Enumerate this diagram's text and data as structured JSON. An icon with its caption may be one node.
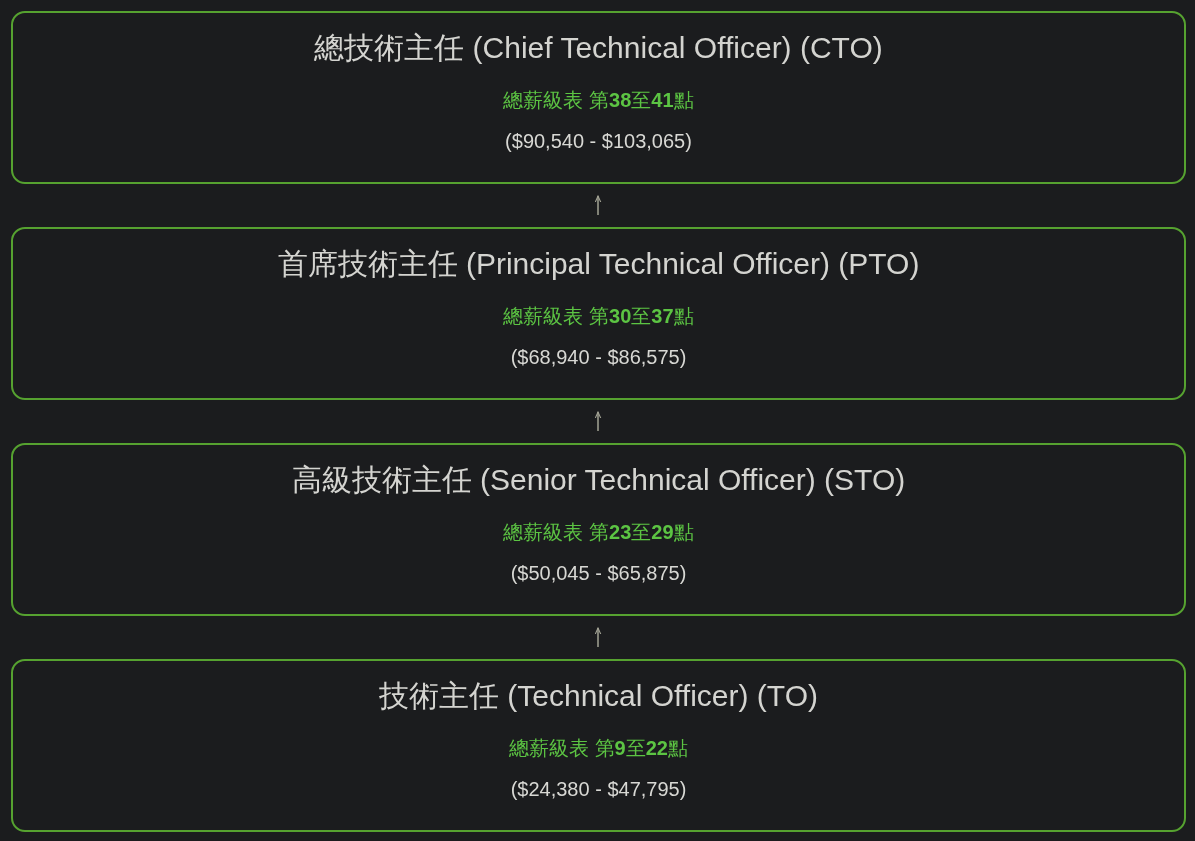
{
  "diagram": {
    "nodes": [
      {
        "text": [
          "總技術主任 (Chief Technical Officer) (CTO)",
          "總薪級表 第**38**至**41**點",
          "($90,540 - $103,065)"
        ]
      },
      {
        "text": [
          "首席技術主任 (Principal Technical Officer) (PTO)",
          "總薪級表 第**30**至**37**點",
          "($68,940 - $86,575)"
        ]
      },
      {
        "text": [
          "高級技術主任 (Senior Technical Officer) (STO)",
          "總薪級表 第**23**至**29**點",
          "($50,045 - $65,875)"
        ]
      },
      {
        "text": [
          "技術主任 (Technical Officer) (TO)",
          "總薪級表 第**9**至**22**點",
          "($24,380 - $47,795)"
        ]
      }
    ],
    "edges": [
      {
        "from": 1,
        "to": 0,
        "arrow": "to"
      },
      {
        "from": 2,
        "to": 1,
        "arrow": "to"
      },
      {
        "from": 3,
        "to": 2,
        "arrow": "to"
      }
    ]
  }
}
